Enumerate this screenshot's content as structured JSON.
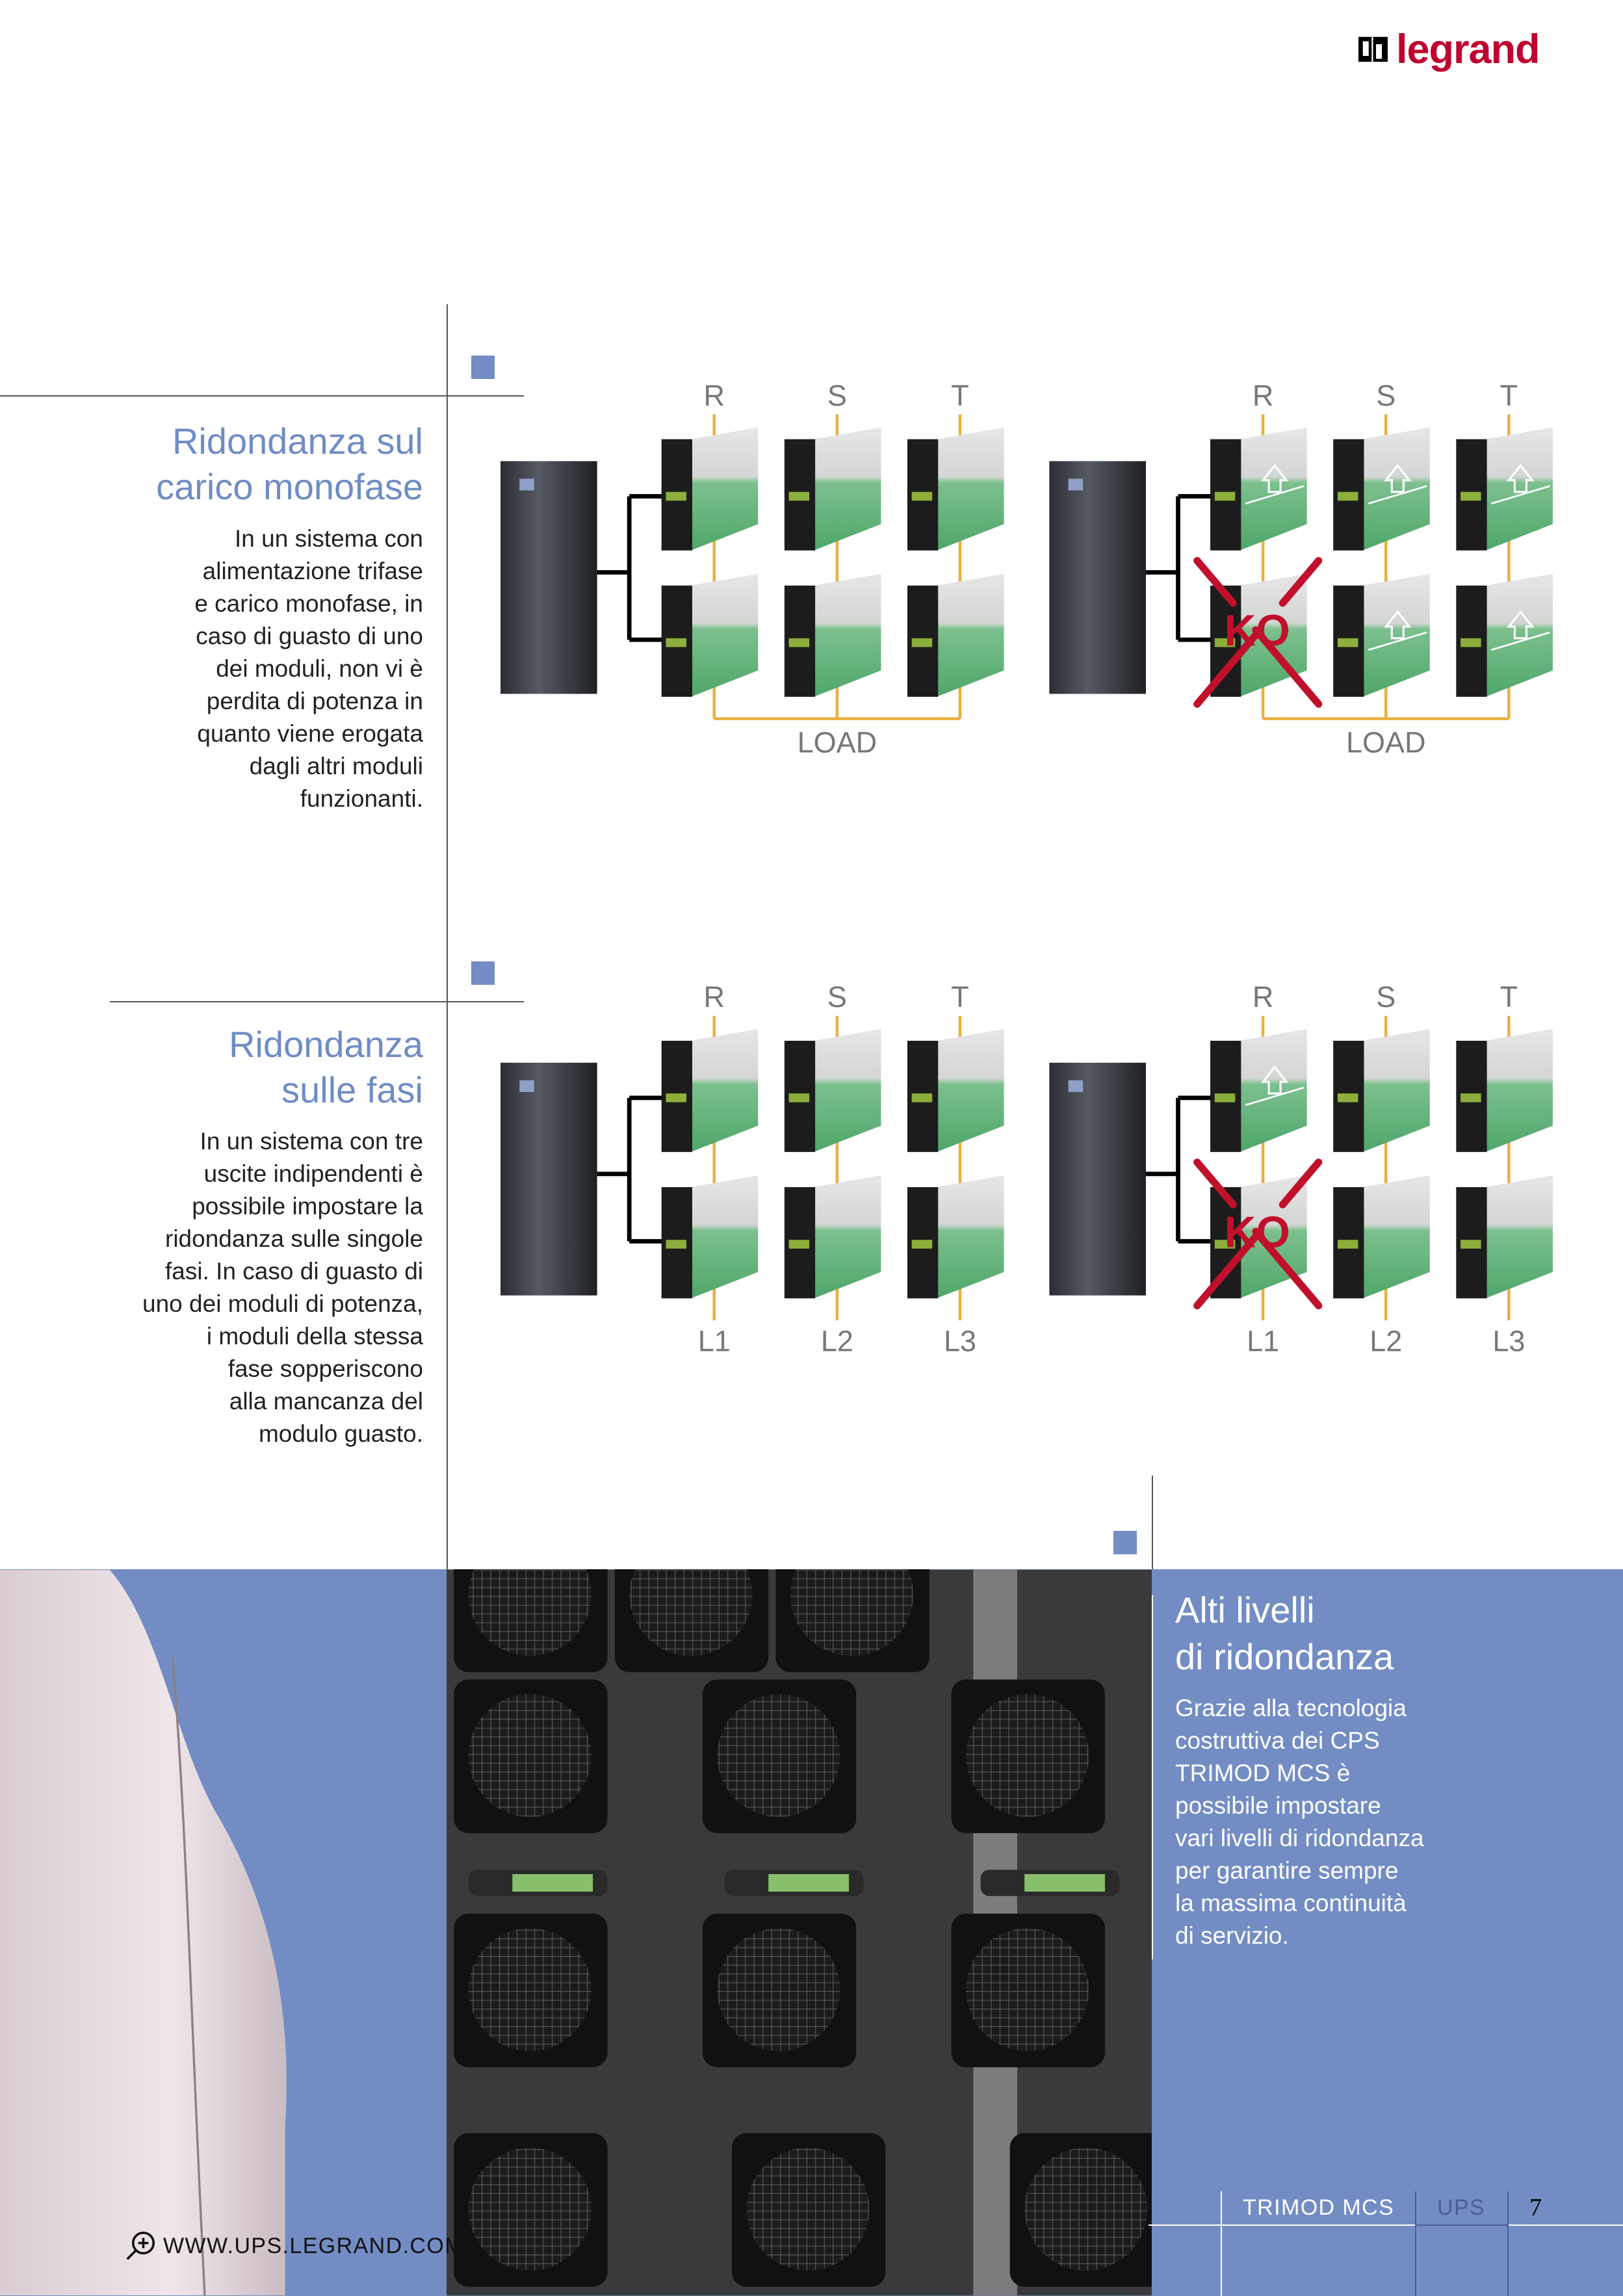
{
  "brand": {
    "name": "legrand",
    "color": "#bf002f"
  },
  "accent_color": "#738dc4",
  "section1": {
    "title_lines": [
      "Ridondanza sul",
      "carico monofase"
    ],
    "body_lines": [
      "In un sistema con",
      "alimentazione trifase",
      "e carico monofase, in",
      "caso di guasto di uno",
      "dei moduli, non vi è",
      "perdita di potenza in",
      "quanto viene erogata",
      "dagli altri moduli",
      "funzionanti."
    ]
  },
  "section2": {
    "title_lines": [
      "Ridondanza",
      "sulle fasi"
    ],
    "body_lines": [
      "In un sistema con tre",
      "uscite indipendenti è",
      "possibile impostare la",
      "ridondanza sulle singole",
      "fasi. In caso di guasto di",
      "uno dei moduli di potenza,",
      "i moduli della stessa",
      "fase sopperiscono",
      "alla mancanza del",
      "modulo guasto."
    ]
  },
  "diagrams": [
    {
      "top_labels": [
        "R",
        "S",
        "T"
      ],
      "load_label": "LOAD",
      "bottom_labels": null,
      "failed": false,
      "boosted": []
    },
    {
      "top_labels": [
        "R",
        "S",
        "T"
      ],
      "load_label": "LOAD",
      "bottom_labels": null,
      "failed": true,
      "ko_label": "KO",
      "boosted": [
        [
          0,
          0
        ],
        [
          0,
          1
        ],
        [
          0,
          2
        ],
        [
          1,
          1
        ],
        [
          1,
          2
        ]
      ]
    },
    {
      "top_labels": [
        "R",
        "S",
        "T"
      ],
      "load_label": null,
      "bottom_labels": [
        "L1",
        "L2",
        "L3"
      ],
      "failed": false,
      "boosted": []
    },
    {
      "top_labels": [
        "R",
        "S",
        "T"
      ],
      "load_label": null,
      "bottom_labels": [
        "L1",
        "L2",
        "L3"
      ],
      "failed": true,
      "ko_label": "KO",
      "boosted": [
        [
          0,
          0
        ]
      ]
    }
  ],
  "section3": {
    "title_lines": [
      "Alti livelli",
      "di ridondanza"
    ],
    "body_lines": [
      "Grazie alla tecnologia",
      "costruttiva dei CPS",
      "TRIMOD MCS è",
      "possibile impostare",
      "vari livelli di ridondanza",
      "per garantire sempre",
      "la massima continuità",
      "di servizio."
    ]
  },
  "footer": {
    "url": "WWW.UPS.LEGRAND.COM",
    "product": "TRIMOD MCS",
    "category": "UPS",
    "page_number": "7"
  }
}
